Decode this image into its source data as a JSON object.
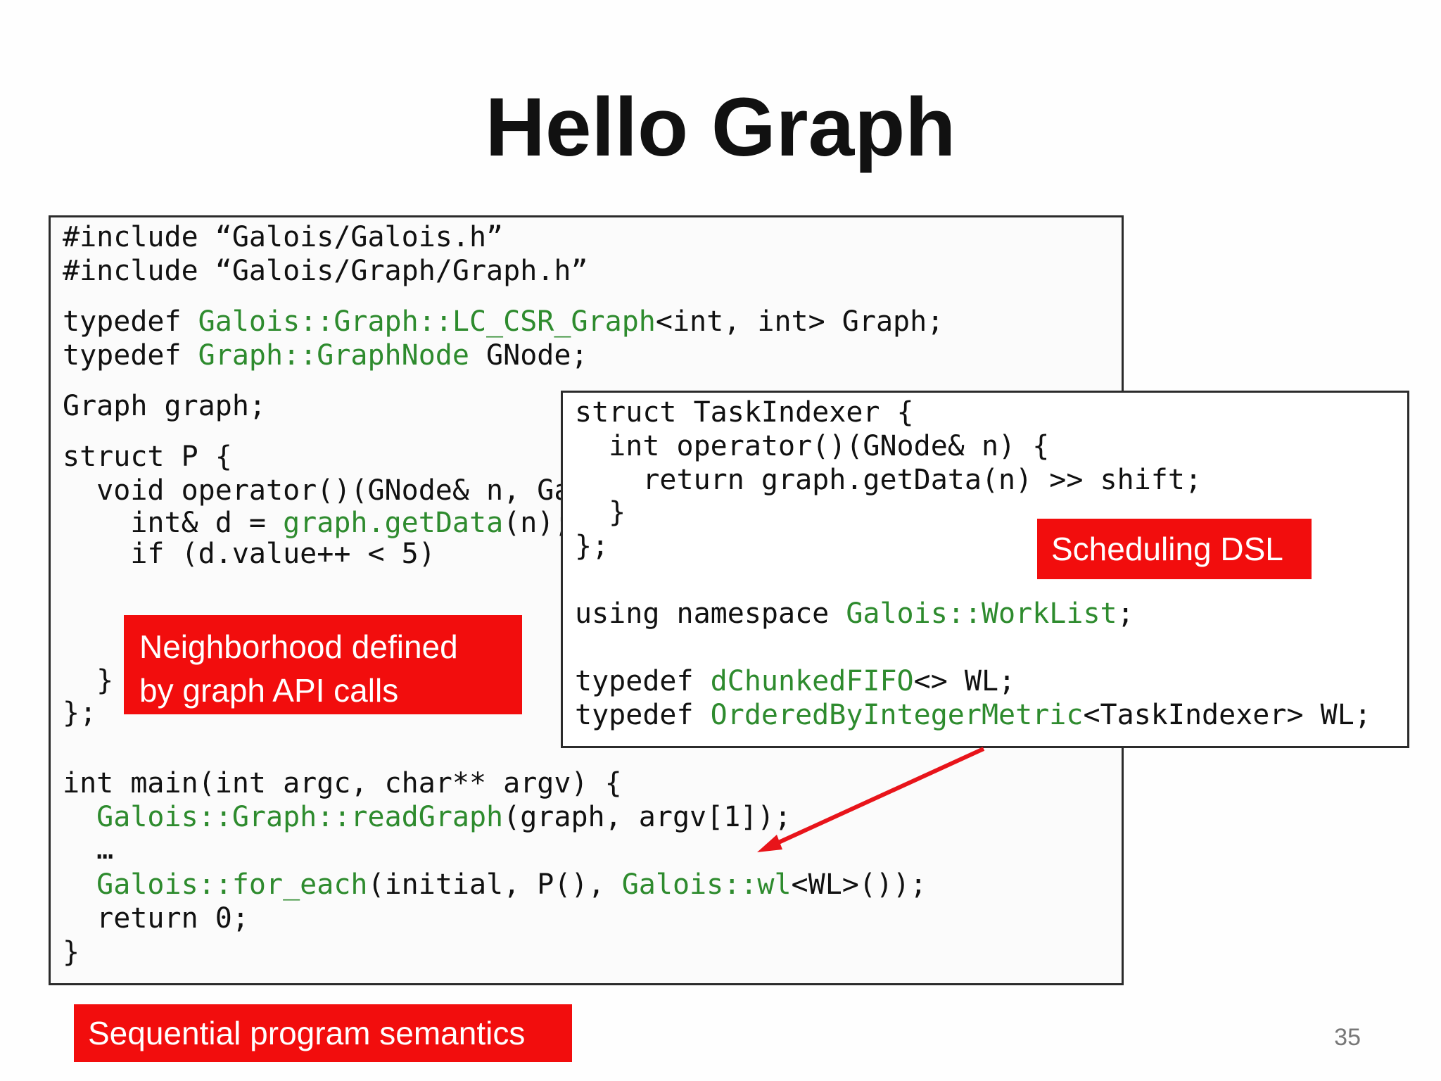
{
  "slide": {
    "title": "Hello Graph",
    "page_number": "35"
  },
  "main_code": {
    "include1": "#include “Galois/Galois.h”",
    "include2": "#include “Galois/Graph/Graph.h”",
    "typedef1_kw": "typedef ",
    "typedef1_type": "Galois::Graph::LC_CSR_Graph",
    "typedef1_rest": "<int, int> Graph;",
    "typedef2_kw": "typedef ",
    "typedef2_type": "Graph::GraphNode",
    "typedef2_rest": " GNode;",
    "graph_decl": "Graph graph;",
    "struct_p": "struct P {",
    "operator_line": "  void operator()(GNode& n, Ga",
    "data_line_pre": "    int& d = ",
    "data_line_call": "graph.getData",
    "data_line_post": "(n);",
    "if_line": "    if (d.value++ < 5)",
    "close_brace_inner": "  }",
    "close_struct": "};",
    "main_sig": "int main(int argc, char** argv) {",
    "read_pre": "  ",
    "read_call": "Galois::Graph::readGraph",
    "read_post": "(graph, argv[1]);",
    "ellipsis": "  …",
    "foreach_pre": "  ",
    "foreach_call": "Galois::for_each",
    "foreach_mid": "(initial, P(), ",
    "foreach_wl": "Galois::wl",
    "foreach_post": "<WL>());",
    "return_line": "  return 0;",
    "close_main": "}"
  },
  "sched_code": {
    "struct_line": "struct TaskIndexer {",
    "operator_line": "  int operator()(GNode& n) {",
    "return_line": "    return graph.getData(n) >> shift;",
    "close_inner": "  }",
    "close_struct": "};",
    "using_pre": "using namespace ",
    "using_ns": "Galois::WorkList",
    "using_post": ";",
    "typedef1_kw": "typedef ",
    "typedef1_type": "dChunkedFIFO",
    "typedef1_rest": "<> WL;",
    "typedef2_kw": "typedef ",
    "typedef2_type": "OrderedByIntegerMetric",
    "typedef2_rest": "<TaskIndexer> WL;"
  },
  "labels": {
    "scheduling": "Scheduling DSL",
    "neighborhood_line1": "Neighborhood defined",
    "neighborhood_line2": "by graph API calls",
    "sequential": "Sequential program semantics"
  },
  "colors": {
    "label_bg": "#f20d0d",
    "code_keyword_green": "#2e8b2e",
    "arrow": "#e8141a"
  }
}
